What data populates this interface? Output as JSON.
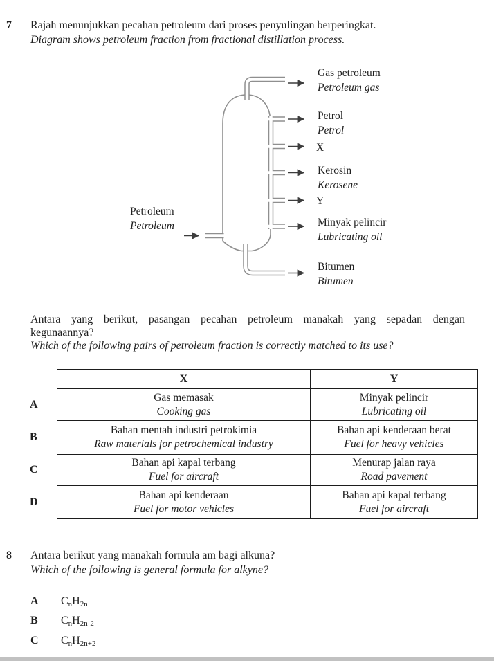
{
  "page": {
    "background": "#ffffff",
    "text_color": "#202020",
    "diagram_line_color": "#8f8f8f",
    "arrow_color": "#3d3d3d"
  },
  "q7": {
    "number": "7",
    "prompt_ms": "Rajah menunjukkan pecahan petroleum dari proses penyulingan berperingkat.",
    "prompt_en": "Diagram shows petroleum fraction from fractional distillation process.",
    "diagram": {
      "feed": {
        "ms": "Petroleum",
        "en": "Petroleum"
      },
      "fractions": [
        {
          "ms": "Gas petroleum",
          "en": "Petroleum gas"
        },
        {
          "ms": "Petrol",
          "en": "Petrol"
        },
        {
          "ms": "X",
          "en": ""
        },
        {
          "ms": "Kerosin",
          "en": "Kerosene"
        },
        {
          "ms": "Y",
          "en": ""
        },
        {
          "ms": "Minyak pelincir",
          "en": "Lubricating oil"
        },
        {
          "ms": "Bitumen",
          "en": "Bitumen"
        }
      ]
    },
    "question_ms_line1": "Antara yang berikut, pasangan pecahan petroleum manakah yang sepadan dengan",
    "question_ms_line2": "kegunaannya?",
    "question_en": "Which of the following pairs of petroleum fraction is correctly matched to its use?",
    "table": {
      "headers": [
        "X",
        "Y"
      ],
      "rows": [
        {
          "option": "A",
          "x_ms": "Gas memasak",
          "x_en": "Cooking gas",
          "y_ms": "Minyak pelincir",
          "y_en": "Lubricating oil"
        },
        {
          "option": "B",
          "x_ms": "Bahan mentah industri petrokimia",
          "x_en": "Raw materials for petrochemical industry",
          "y_ms": "Bahan api kenderaan berat",
          "y_en": "Fuel for heavy vehicles"
        },
        {
          "option": "C",
          "x_ms": "Bahan api kapal terbang",
          "x_en": "Fuel for aircraft",
          "y_ms": "Menurap jalan raya",
          "y_en": "Road pavement"
        },
        {
          "option": "D",
          "x_ms": "Bahan api kenderaan",
          "x_en": "Fuel for motor vehicles",
          "y_ms": "Bahan api kapal terbang",
          "y_en": "Fuel for aircraft"
        }
      ]
    }
  },
  "q8": {
    "number": "8",
    "prompt_ms": "Antara berikut yang manakah formula am bagi alkuna?",
    "prompt_en": "Which of the following is general formula for alkyne?",
    "options": [
      {
        "letter": "A",
        "formula": {
          "b1": "C",
          "s1": "n",
          "b2": "H",
          "s2": "2n"
        }
      },
      {
        "letter": "B",
        "formula": {
          "b1": "C",
          "s1": "n",
          "b2": "H",
          "s2": "2n-2"
        }
      },
      {
        "letter": "C",
        "formula": {
          "b1": "C",
          "s1": "n",
          "b2": "H",
          "s2": "2n+2"
        }
      }
    ]
  }
}
